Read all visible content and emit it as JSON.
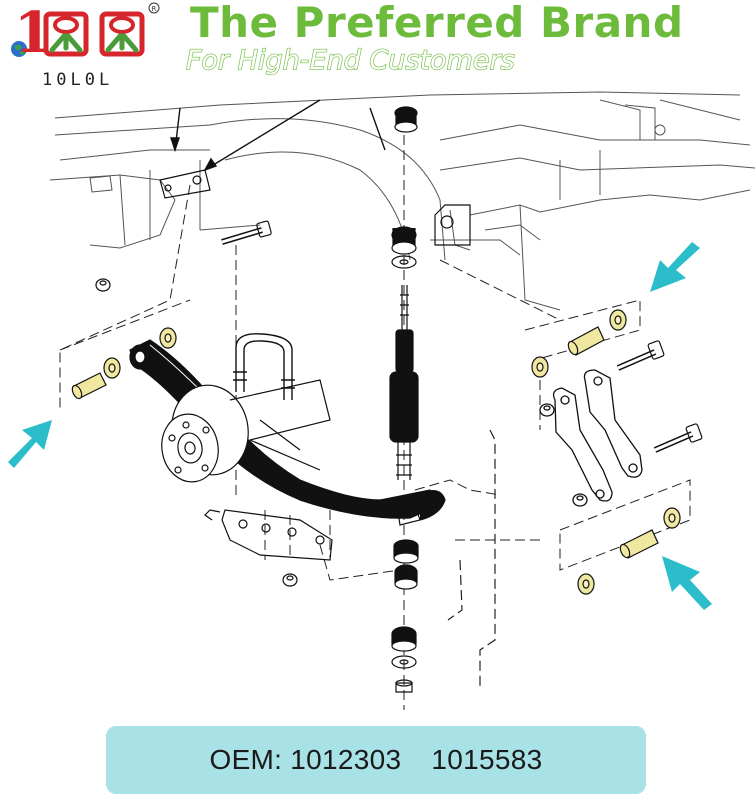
{
  "header": {
    "logo_text": "10L0L",
    "title": "The Preferred Brand",
    "subtitle": "For High-End Customers"
  },
  "diagram": {
    "subject": "leaf spring suspension exploded view",
    "bushing_color": "#f0e8a0",
    "arrow_color": "#2bbdc9"
  },
  "oem": {
    "label": "OEM:",
    "numbers": [
      "1012303",
      "1015583"
    ],
    "box_color": "#a8e2e6"
  }
}
